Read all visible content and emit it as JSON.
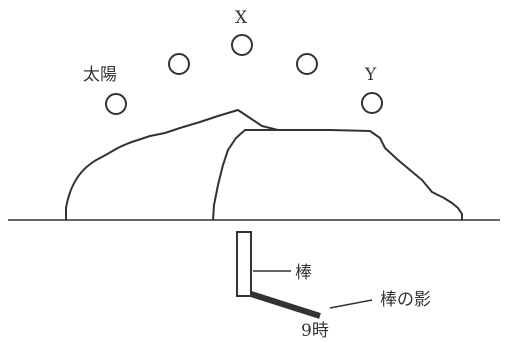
{
  "labels": {
    "sun": "太陽",
    "x": "X",
    "y": "Y",
    "stick": "棒",
    "shadow": "棒の影",
    "time": "9時"
  }
}
